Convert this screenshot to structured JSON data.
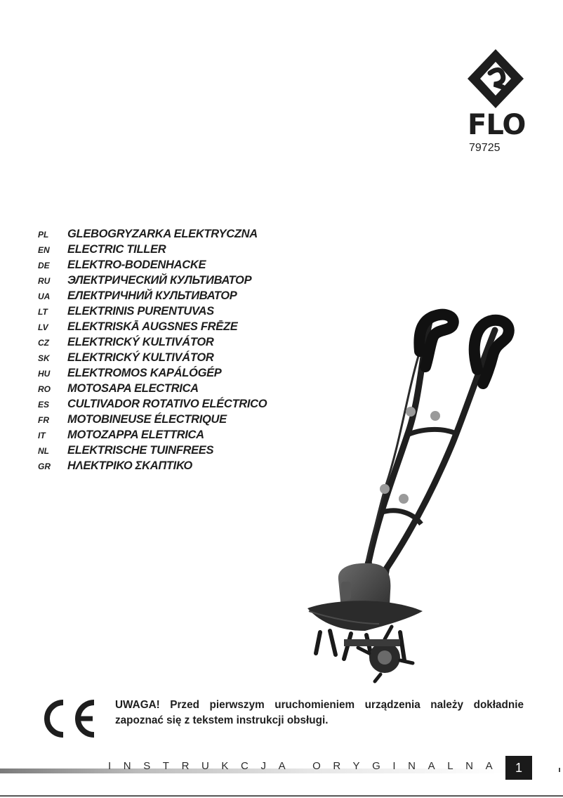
{
  "brand": {
    "name": "FLO",
    "model": "79725"
  },
  "titles": [
    {
      "code": "PL",
      "text": "GLEBOGRYZARKA ELEKTRYCZNA"
    },
    {
      "code": "EN",
      "text": "ELECTRIC TILLER"
    },
    {
      "code": "DE",
      "text": "ELEKTRO-BODENHACKE"
    },
    {
      "code": "RU",
      "text": "ЭЛЕКТРИЧЕСКИЙ КУЛЬТИВАТОР"
    },
    {
      "code": "UA",
      "text": "ЕЛЕКТРИЧНИЙ КУЛЬТИВАТОР"
    },
    {
      "code": "LT",
      "text": "ELEKTRINIS PURENTUVAS"
    },
    {
      "code": "LV",
      "text": "ELEKTRISKĀ AUGSNES FRĒZE"
    },
    {
      "code": "CZ",
      "text": "ELEKTRICKÝ KULTIVÁTOR"
    },
    {
      "code": "SK",
      "text": "ELEKTRICKÝ KULTIVÁTOR"
    },
    {
      "code": "HU",
      "text": "ELEKTROMOS KAPÁLÓGÉP"
    },
    {
      "code": "RO",
      "text": "MOTOSAPA ELECTRICA"
    },
    {
      "code": "ES",
      "text": "CULTIVADOR ROTATIVO ELÉCTRICO"
    },
    {
      "code": "FR",
      "text": "MOTOBINEUSE ÉLECTRIQUE"
    },
    {
      "code": "IT",
      "text": "MOTOZAPPA ELETTRICA"
    },
    {
      "code": "NL",
      "text": "ELEKTRISCHE TUINFREES"
    },
    {
      "code": "GR",
      "text": "ΗΛΕΚΤΡΙΚΟ ΣΚΑΠΤΙΚΟ"
    }
  ],
  "warning": "UWAGA! Przed pierwszym uruchomieniem urządzenia należy dokładnie zapoznać się z tekstem instrukcji obsługi.",
  "footer": {
    "label": "INSTRUKCJA ORYGINALNA",
    "page_number": "1"
  },
  "icons": {
    "logo": "flo-diamond-logo-icon",
    "ce": "ce-mark-icon"
  },
  "colors": {
    "text": "#1e1e1e",
    "tiller_body": "#3a3a3a"
  }
}
